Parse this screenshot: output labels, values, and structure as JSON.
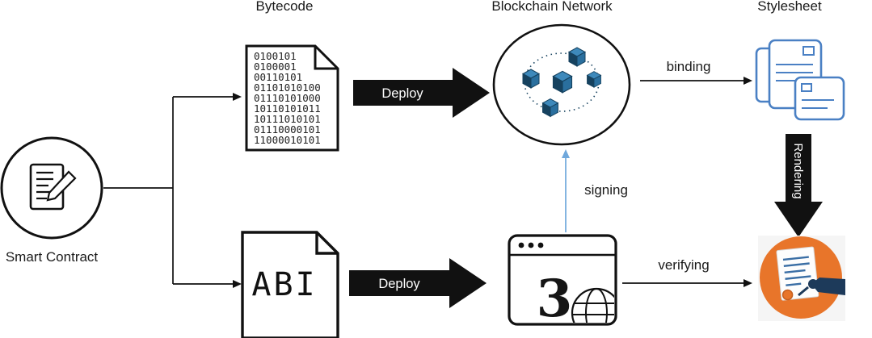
{
  "diagram": {
    "labels": {
      "bytecode": "Bytecode",
      "blockchain": "Blockchain Network",
      "stylesheet": "Stylesheet",
      "smart_contract": "Smart Contract",
      "abi": "ABI",
      "deploy_top": "Deploy",
      "deploy_bottom": "Deploy",
      "binding": "binding",
      "signing": "signing",
      "verifying": "verifying",
      "rendering": "Rendering",
      "browser_digit": "3"
    },
    "bytecode_lines": [
      "0100101",
      "0100001",
      "00110101",
      "01101010100",
      "01110101000",
      "10110101011",
      "10111010101",
      "01110000101",
      "11000010101"
    ],
    "colors": {
      "arrow_black": "#111111",
      "signing_blue": "#6fa8dc",
      "stylesheet_blue": "#4a80c4",
      "cube_dark": "#16425f",
      "cube_mid": "#2f7cab",
      "orange": "#e8752a"
    }
  }
}
